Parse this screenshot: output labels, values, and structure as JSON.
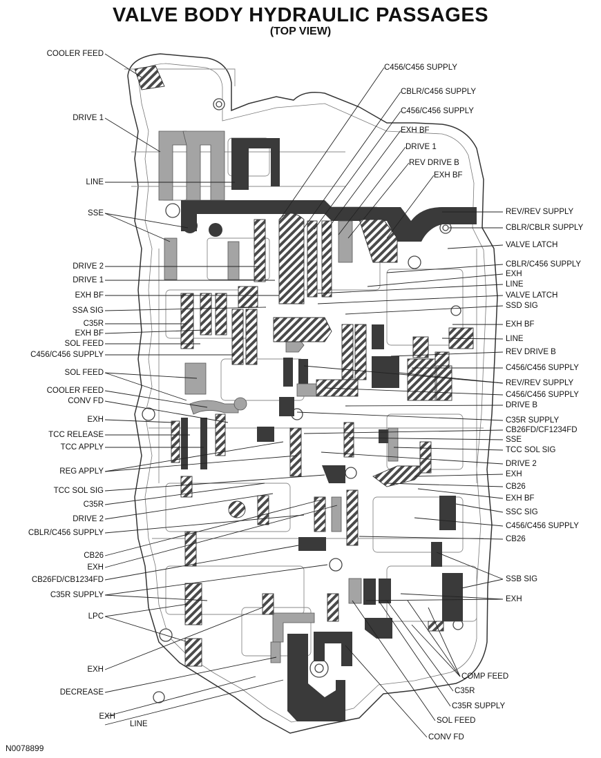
{
  "title": "VALVE BODY HYDRAULIC PASSAGES",
  "subtitle": "(TOP VIEW)",
  "figure_code": "N0078899",
  "left_labels": [
    "COOLER FEED",
    "DRIVE 1",
    "LINE",
    "SSE",
    "DRIVE 2",
    "DRIVE 1",
    "EXH BF",
    "SSA SIG",
    "C35R",
    "EXH BF",
    "SOL FEED",
    "C456/C456 SUPPLY",
    "SOL FEED",
    "COOLER FEED",
    "CONV FD",
    "EXH",
    "TCC RELEASE",
    "TCC APPLY",
    "REG APPLY",
    "TCC SOL SIG",
    "C35R",
    "DRIVE 2",
    "CBLR/C456 SUPPLY",
    "CB26",
    "EXH",
    "CB26FD/CB1234FD",
    "C35R SUPPLY",
    "LPC",
    "EXH",
    "DECREASE",
    "EXH",
    "LINE"
  ],
  "top_labels": [
    "C456/C456 SUPPLY",
    "CBLR/C456 SUPPLY",
    "C456/C456 SUPPLY",
    "EXH BF",
    "DRIVE 1",
    "REV DRIVE B",
    "EXH BF"
  ],
  "right_labels": [
    "REV/REV SUPPLY",
    "CBLR/CBLR SUPPLY",
    "VALVE LATCH",
    "CBLR/C456 SUPPLY",
    "EXH",
    "LINE",
    "VALVE LATCH",
    "SSD SIG",
    "EXH BF",
    "LINE",
    "REV DRIVE B",
    "C456/C456 SUPPLY",
    "REV/REV SUPPLY",
    "C456/C456 SUPPLY",
    "DRIVE B",
    "C35R SUPPLY",
    "CB26FD/CF1234FD",
    "SSE",
    "TCC SOL SIG",
    "DRIVE 2",
    "EXH",
    "CB26",
    "EXH BF",
    "SSC SIG",
    "C456/C456 SUPPLY",
    "CB26",
    "SSB SIG",
    "EXH"
  ],
  "bottom_labels": [
    "COMP FEED",
    "C35R",
    "C35R SUPPLY",
    "SOL FEED",
    "CONV FD"
  ]
}
